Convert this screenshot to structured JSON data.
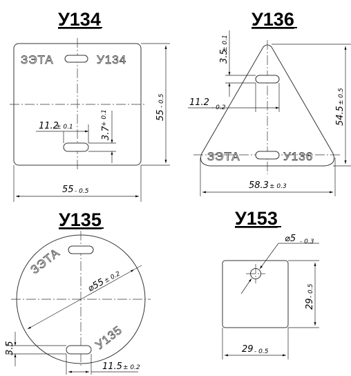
{
  "parts": [
    {
      "title": "У134",
      "engraving_left": "ЗЭТА",
      "engraving_right": "У134",
      "dims": {
        "height": {
          "value": "55",
          "tol": "- 0.5"
        },
        "width": {
          "value": "55",
          "tol": "- 0.5"
        },
        "slot_width": {
          "value": "11.2",
          "tol": "± 0.1"
        },
        "slot_height": {
          "value": "3.7",
          "tol": "+ 0.1"
        }
      }
    },
    {
      "title": "У136",
      "engraving_left": "ЗЭТА",
      "engraving_right": "У136",
      "dims": {
        "slot_height": {
          "value": "3.5",
          "tol": "± 0.1"
        },
        "slot_width": {
          "value": "11.2",
          "tol": "- 0.2"
        },
        "height": {
          "value": "54.5",
          "tol": "± 0.5"
        },
        "width": {
          "value": "58.3",
          "tol": "± 0.3"
        }
      }
    },
    {
      "title": "У135",
      "engraving_top": "ЗЭТА",
      "engraving_bottom": "У135",
      "dims": {
        "diameter": {
          "value": "⌀55",
          "tol": "± 0.2"
        },
        "slot_height": {
          "value": "3.5",
          "tol": ""
        },
        "slot_width": {
          "value": "11.5",
          "tol": "± 0.2"
        }
      }
    },
    {
      "title": "У153",
      "dims": {
        "hole": {
          "value": "⌀5",
          "tol": "- 0.3"
        },
        "height": {
          "value": "29",
          "tol": "- 0.5"
        },
        "width": {
          "value": "29",
          "tol": "- 0.5"
        }
      }
    }
  ]
}
